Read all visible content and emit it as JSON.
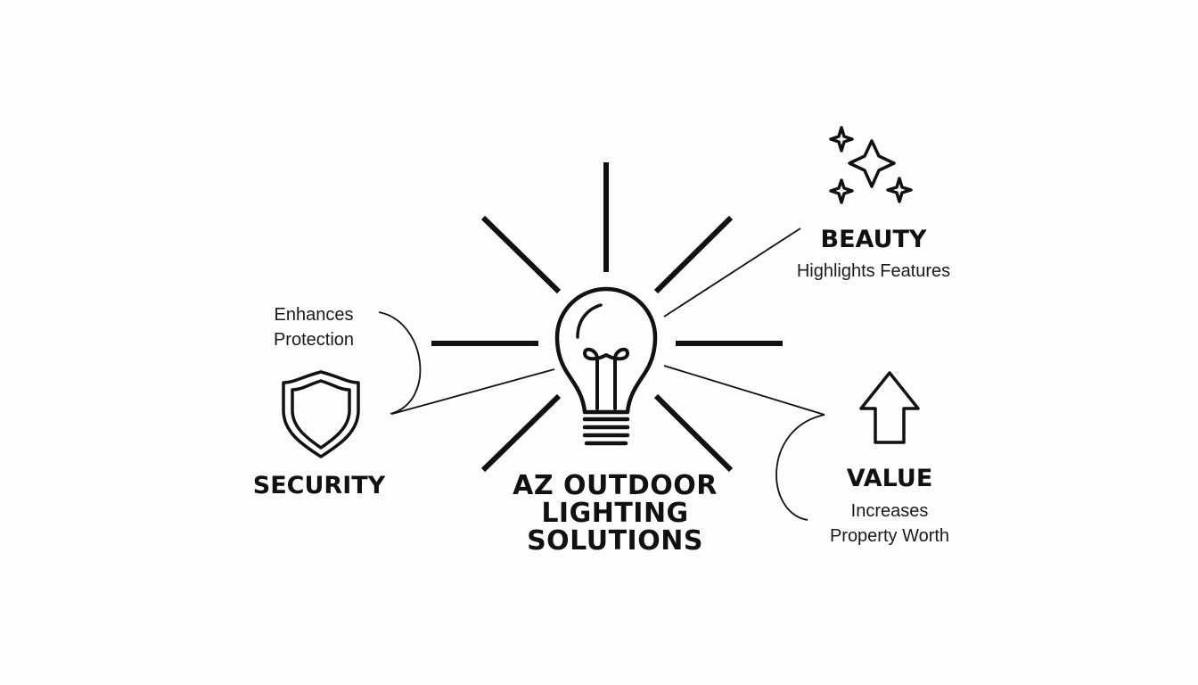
{
  "diagram": {
    "center": {
      "title_lines": [
        "AZ OUTDOOR",
        "LIGHTING",
        "SOLUTIONS"
      ],
      "icon": "lightbulb-icon"
    },
    "benefits": [
      {
        "key": "security",
        "title": "SECURITY",
        "description_lines": [
          "Enhances",
          "Protection"
        ],
        "icon": "shield-icon"
      },
      {
        "key": "beauty",
        "title": "BEAUTY",
        "description_lines": [
          "Highlights Features"
        ],
        "icon": "sparkles-icon"
      },
      {
        "key": "value",
        "title": "VALUE",
        "description_lines": [
          "Increases",
          "Property Worth"
        ],
        "icon": "arrow-up-icon"
      }
    ],
    "colors": {
      "ink": "#111111",
      "background": "#fdfdfd"
    }
  }
}
